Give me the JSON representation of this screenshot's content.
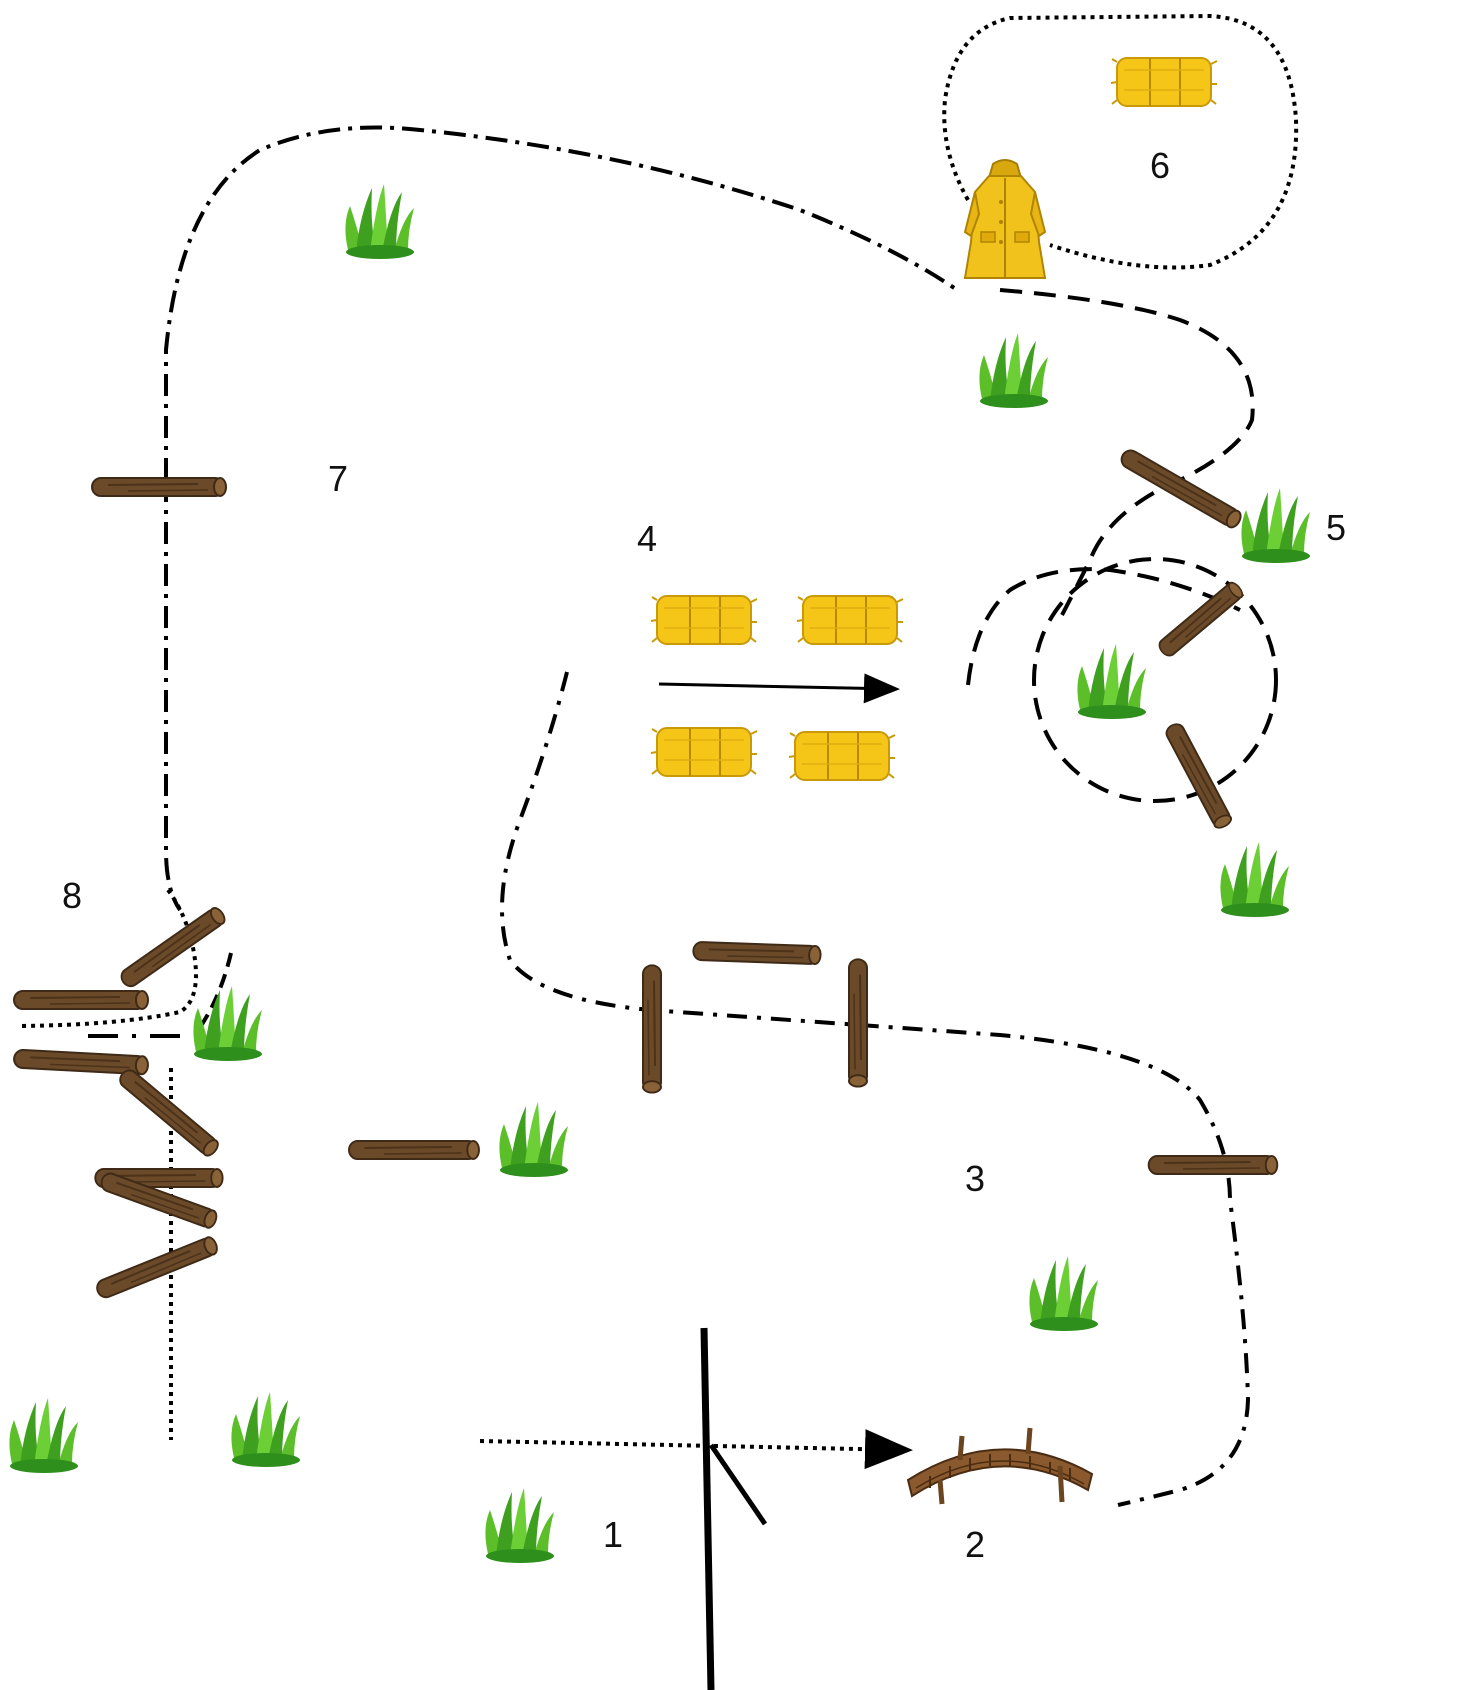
{
  "diagram": {
    "stations": [
      {
        "id": "1",
        "label": "1"
      },
      {
        "id": "2",
        "label": "2"
      },
      {
        "id": "3",
        "label": "3"
      },
      {
        "id": "4",
        "label": "4"
      },
      {
        "id": "5",
        "label": "5"
      },
      {
        "id": "6",
        "label": "6"
      },
      {
        "id": "7",
        "label": "7"
      },
      {
        "id": "8",
        "label": "8"
      }
    ],
    "icons": [
      "log-icon",
      "hay-bale-icon",
      "grass-tuft-icon",
      "raincoat-icon",
      "wooden-bridge-icon",
      "gate-pole-icon"
    ],
    "colors": {
      "path": "#000000",
      "log": "#6b4a2a",
      "log_dark": "#3e2a16",
      "hay": "#f5c518",
      "hay_dark": "#c89a08",
      "grass": "#5cbf2a",
      "grass_dark": "#2f8f1c",
      "coat": "#f2c21c"
    }
  }
}
